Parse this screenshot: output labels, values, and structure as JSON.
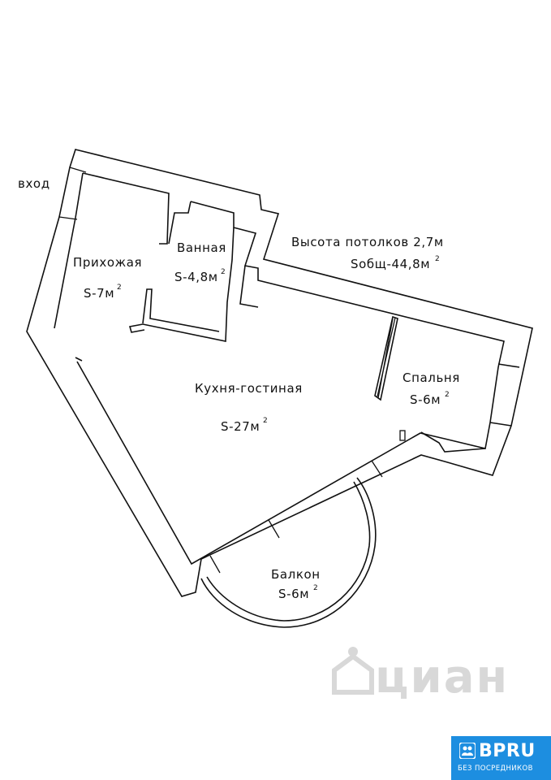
{
  "labels": {
    "entrance": "вход",
    "ceiling_height": "Высота потолков 2,7м",
    "total_area": "Sобщ-44,8м",
    "total_area_sup": "2",
    "hallway_name": "Прихожая",
    "hallway_area": "S-7м",
    "hallway_area_sup": "2",
    "bathroom_name": "Ванная",
    "bathroom_area": "S-4,8м",
    "bathroom_area_sup": "2",
    "living_name": "Кухня-гостиная",
    "living_area": "S-27м",
    "living_area_sup": "2",
    "bedroom_name": "Спальня",
    "bedroom_area": "S-6м",
    "bedroom_area_sup": "2",
    "balcony_name": "Балкон",
    "balcony_area": "S-6м",
    "balcony_area_sup": "2"
  },
  "watermark": {
    "text": "циан",
    "icon": "cian-house-icon"
  },
  "badge": {
    "brand": "BPRU",
    "subtitle": "БЕЗ ПОСРЕДНИКОВ",
    "icon": "bpru-people-icon",
    "color": "#1d8ee0"
  }
}
